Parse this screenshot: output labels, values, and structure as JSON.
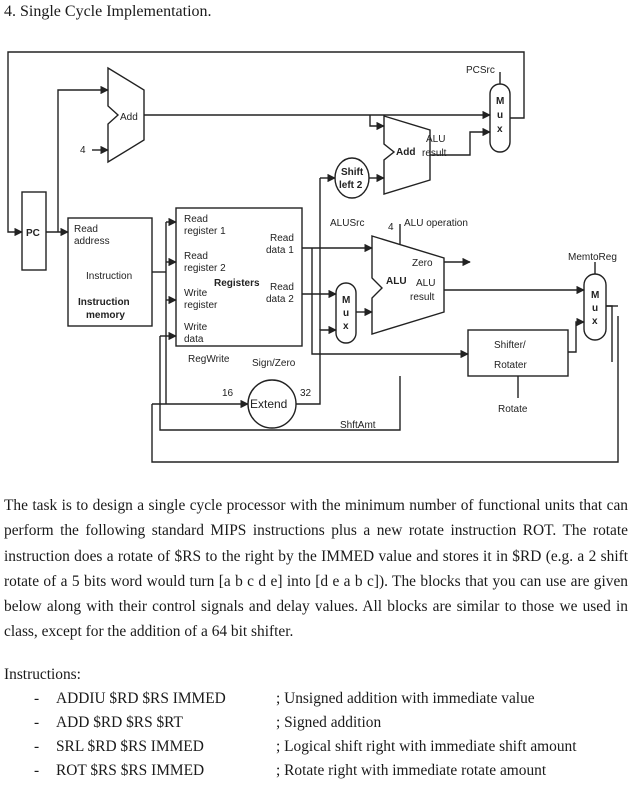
{
  "heading": "4. Single Cycle Implementation.",
  "diagram": {
    "pcsrc": "PCSrc",
    "add_top": "Add",
    "four": "4",
    "add_alu": "Add",
    "alu_result_1": "ALU",
    "alu_result_2": "result",
    "shift_left_1": "Shift",
    "shift_left_2": "left 2",
    "alusrc": "ALUSrc",
    "alu_op_num": "4",
    "alu_operation": "ALU operation",
    "memtoreg": "MemtoReg",
    "pc": "PC",
    "imem_read_1": "Read",
    "imem_read_2": "address",
    "imem_instruction": "Instruction",
    "imem_title_1": "Instruction",
    "imem_title_2": "memory",
    "reg_read1_1": "Read",
    "reg_read1_2": "register 1",
    "reg_read2_1": "Read",
    "reg_read2_2": "register 2",
    "reg_write_1": "Write",
    "reg_write_2": "register",
    "reg_wdata_1": "Write",
    "reg_wdata_2": "data",
    "reg_title": "Registers",
    "reg_rdata1_1": "Read",
    "reg_rdata1_2": "data 1",
    "reg_rdata2_1": "Read",
    "reg_rdata2_2": "data 2",
    "zero": "Zero",
    "alu_main": "ALU",
    "alu_main_r1": "ALU",
    "alu_main_r2": "result",
    "mux_letters": [
      "M",
      "u",
      "x"
    ],
    "shifter_1": "Shifter/",
    "shifter_2": "Rotater",
    "rotate": "Rotate",
    "regwrite": "RegWrite",
    "signzero": "Sign/Zero",
    "sixteen": "16",
    "thirtytwo": "32",
    "extend": "Extend",
    "shftamt": "ShftAmt"
  },
  "paragraph": "The task is to design a single cycle processor with the minimum number of functional units that can perform the following standard MIPS instructions plus a new rotate instruction ROT. The rotate instruction does a rotate of $RS to the right by the IMMED value and stores it in $RD (e.g. a 2 shift rotate of a 5 bits word would turn [a b c d e] into [d e a b c]). The blocks that you can use are given below along with their control signals and delay values. All blocks are similar to those we used in class, except for the addition of a 64 bit shifter.",
  "instructions_heading": "Instructions:",
  "instructions": [
    {
      "dash": "-",
      "code": "ADDIU $RD $RS IMMED",
      "desc": "; Unsigned addition with immediate value"
    },
    {
      "dash": "-",
      "code": "ADD $RD $RS $RT",
      "desc": "; Signed addition"
    },
    {
      "dash": "-",
      "code": "SRL $RD $RS IMMED",
      "desc": "; Logical shift right with immediate shift amount"
    },
    {
      "dash": "-",
      "code": "ROT $RS $RS IMMED",
      "desc": "; Rotate right with immediate rotate amount"
    }
  ]
}
